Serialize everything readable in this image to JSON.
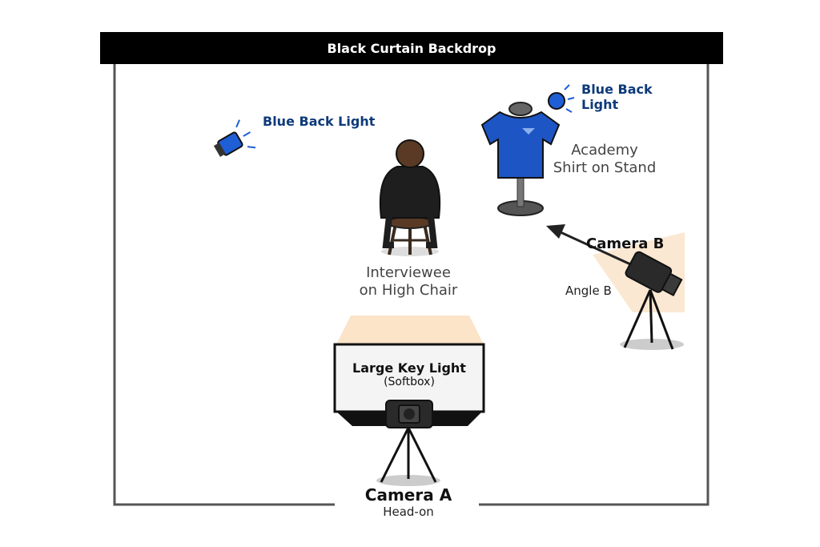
{
  "backdrop": {
    "label": "Black Curtain Backdrop",
    "color": "#000000"
  },
  "lights": {
    "back_left": {
      "label": "Blue Back Light",
      "color": "#1f5fd6"
    },
    "back_right": {
      "label_line1": "Blue Back",
      "label_line2": "Light",
      "color": "#1f5fd6"
    },
    "key": {
      "title": "Large Key Light",
      "subtitle": "(Softbox)"
    }
  },
  "subject": {
    "label_line1": "Interviewee",
    "label_line2": "on High Chair"
  },
  "prop": {
    "label_line1": "Academy",
    "label_line2": "Shirt on Stand",
    "shirt_color": "#1d55c4"
  },
  "cameras": {
    "a": {
      "name": "Camera A",
      "desc": "Head-on"
    },
    "b": {
      "name": "Camera B",
      "desc": "Angle B"
    }
  },
  "icons": [
    "spotlight-icon",
    "camera-icon",
    "tripod-icon",
    "person-icon",
    "shirt-icon",
    "arrow-icon"
  ]
}
